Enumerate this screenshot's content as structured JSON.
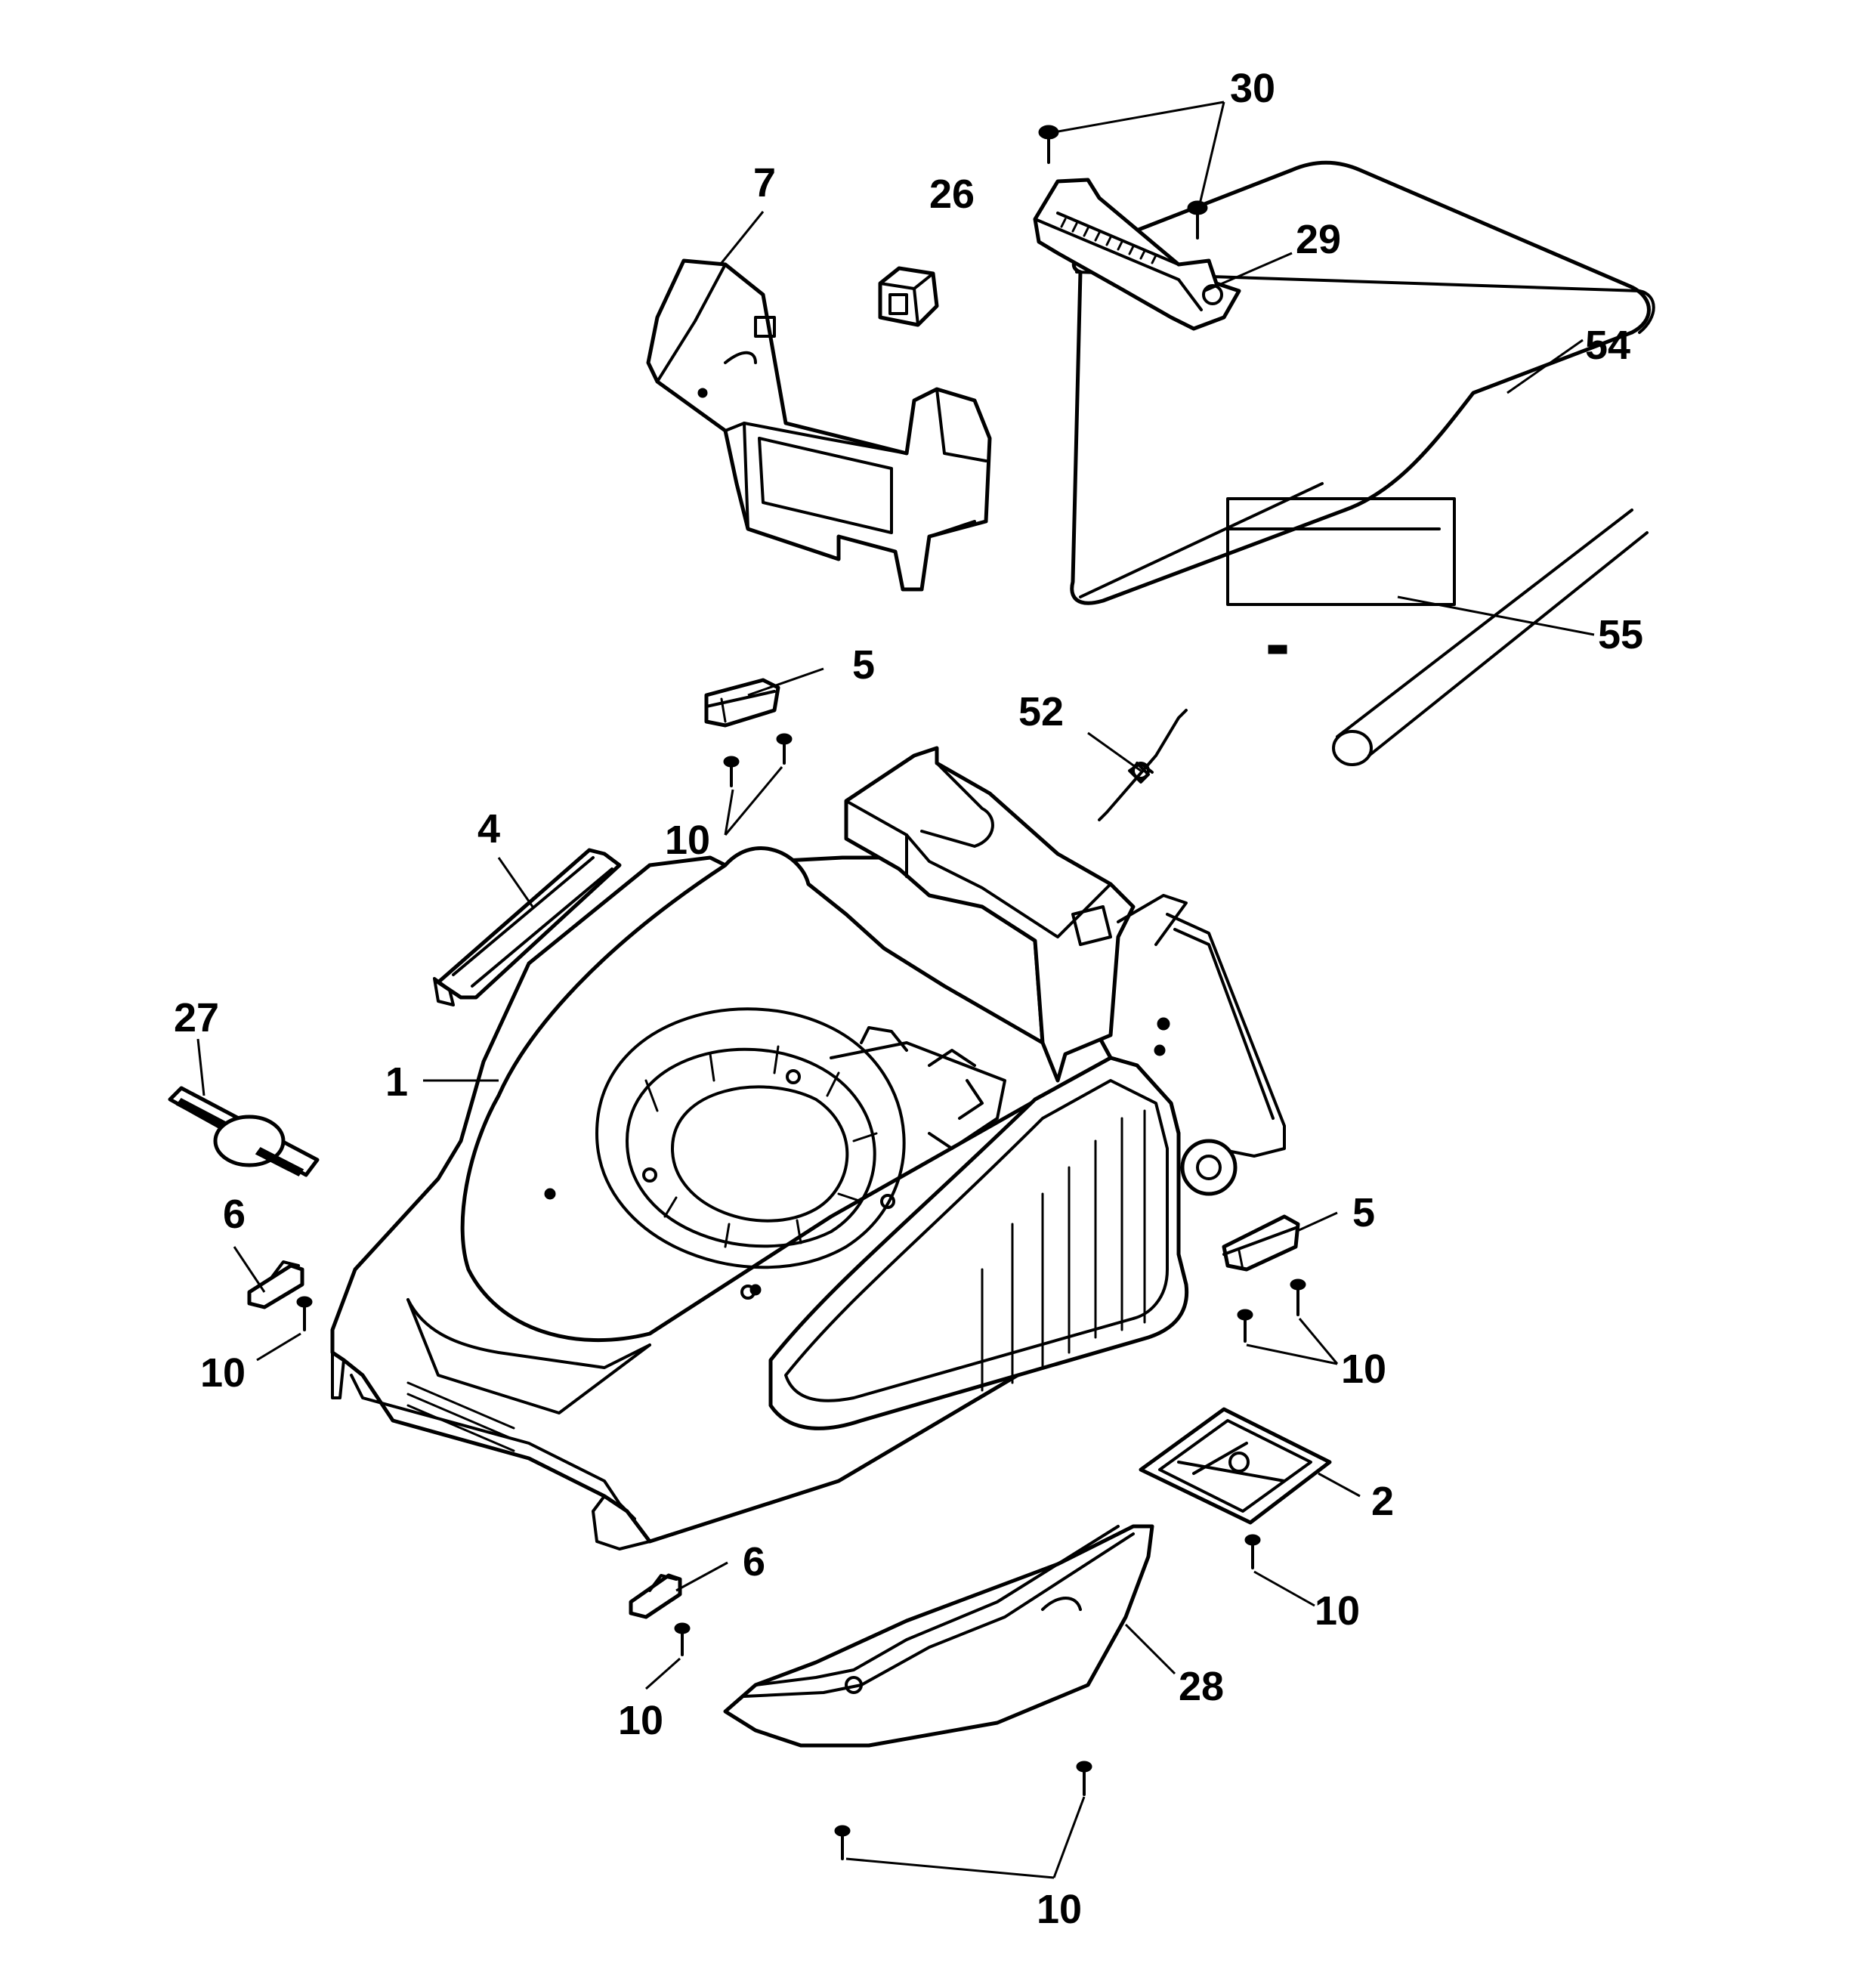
{
  "callouts": {
    "c1": "1",
    "c2": "2",
    "c4": "4",
    "c5a": "5",
    "c5b": "5",
    "c6a": "6",
    "c6b": "6",
    "c7": "7",
    "c10a": "10",
    "c10b": "10",
    "c10c": "10",
    "c10d": "10",
    "c10e": "10",
    "c10f": "10",
    "c26": "26",
    "c27": "27",
    "c28": "28",
    "c29": "29",
    "c30": "30",
    "c52": "52",
    "c54": "54",
    "c55": "55"
  }
}
